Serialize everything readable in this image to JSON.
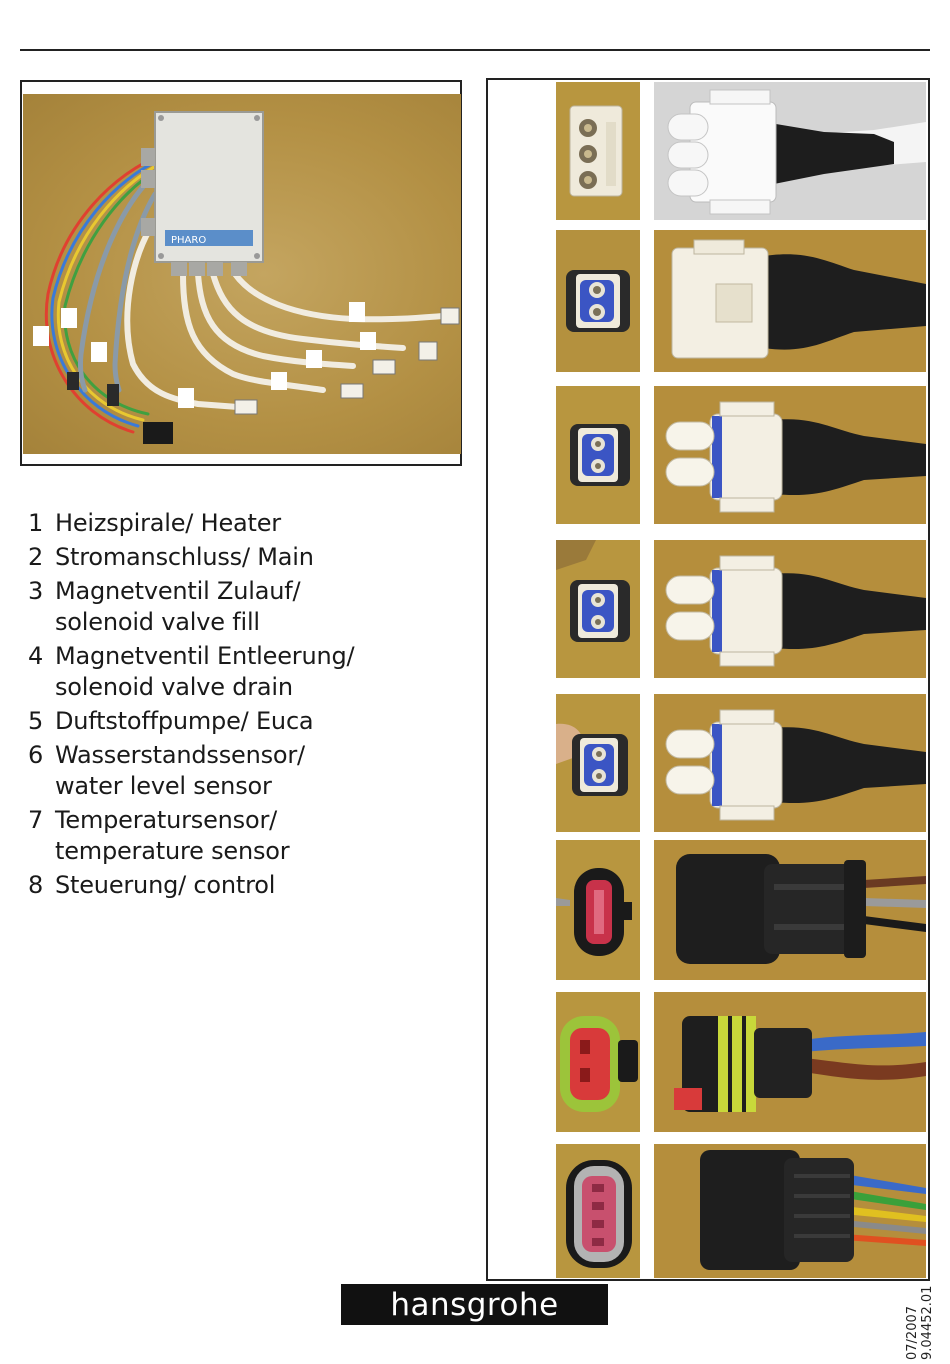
{
  "legend": [
    {
      "num": "1",
      "line1": "Heizspirale/ Heater",
      "line2": ""
    },
    {
      "num": "2",
      "line1": "Stromanschluss/ Main",
      "line2": ""
    },
    {
      "num": "3",
      "line1": "Magnetventil Zulauf/",
      "line2": "solenoid valve fill"
    },
    {
      "num": "4",
      "line1": "Magnetventil Entleerung/",
      "line2": "solenoid valve drain"
    },
    {
      "num": "5",
      "line1": "Duftstoffpumpe/ Euca",
      "line2": ""
    },
    {
      "num": "6",
      "line1": "Wasserstandssensor/",
      "line2": "water level sensor"
    },
    {
      "num": "7",
      "line1": "Temperatursensor/",
      "line2": "temperature sensor"
    },
    {
      "num": "8",
      "line1": "Steuerung/ control",
      "line2": ""
    }
  ],
  "control_box": {
    "brand": "PHARO"
  },
  "logo": "hansgrohe",
  "doc_meta": {
    "date": "07/2007",
    "number": "9.04452.01"
  },
  "colors": {
    "background_tan": "#b39044",
    "connector_white": "#efeadb",
    "connector_blue": "#3b55c4",
    "connector_red": "#c8324a",
    "cable_black": "#2a2a2a"
  }
}
